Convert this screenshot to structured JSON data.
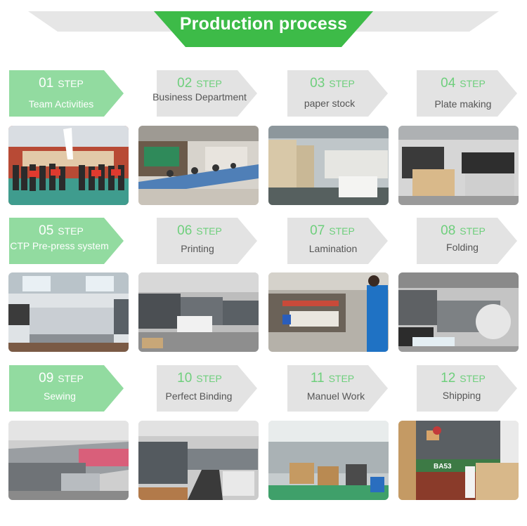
{
  "header": {
    "title": "Production process"
  },
  "colors": {
    "accent": "#3dbb48",
    "active_tab": "#92dba0",
    "inactive_tab": "#e3e3e3",
    "step_number_inactive": "#6ecf7c",
    "banner_grey": "#e6e6e6"
  },
  "step_word": "STEP",
  "steps": [
    {
      "num": "01",
      "label": "Team Activities",
      "active": true,
      "photo": "team-activities-photo"
    },
    {
      "num": "02",
      "label": "Business Department",
      "active": false,
      "photo": "business-department-photo"
    },
    {
      "num": "03",
      "label": "paper stock",
      "active": false,
      "photo": "paper-stock-photo"
    },
    {
      "num": "04",
      "label": "Plate making",
      "active": false,
      "photo": "plate-making-photo"
    },
    {
      "num": "05",
      "label": "CTP Pre-press system",
      "active": true,
      "photo": "ctp-prepress-photo"
    },
    {
      "num": "06",
      "label": "Printing",
      "active": false,
      "photo": "printing-photo"
    },
    {
      "num": "07",
      "label": "Lamination",
      "active": false,
      "photo": "lamination-photo"
    },
    {
      "num": "08",
      "label": "Folding",
      "active": false,
      "photo": "folding-photo"
    },
    {
      "num": "09",
      "label": "Sewing",
      "active": true,
      "photo": "sewing-photo"
    },
    {
      "num": "10",
      "label": "Perfect Binding",
      "active": false,
      "photo": "perfect-binding-photo"
    },
    {
      "num": "11",
      "label": "Manuel Work",
      "active": false,
      "photo": "manual-work-photo"
    },
    {
      "num": "12",
      "label": "Shipping",
      "active": false,
      "photo": "shipping-photo"
    }
  ],
  "photo_overlay_text": {
    "shipping_truck_plate": "BA53"
  }
}
